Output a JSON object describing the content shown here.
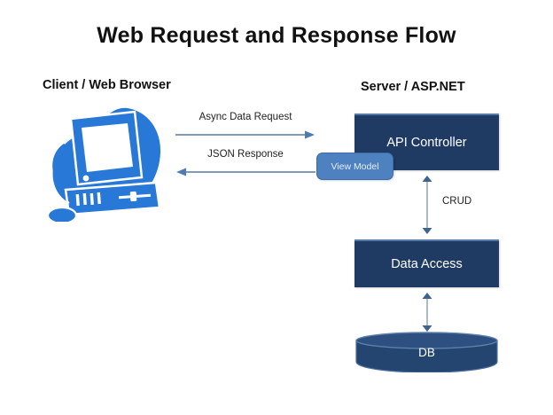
{
  "diagram": {
    "title": "Web Request and Response Flow",
    "background_color": "#FFFFFF"
  },
  "colors": {
    "navy_box": "#1F3A63",
    "navy_box_highlight": "#5779A5",
    "badge_blue": "#4E81C0",
    "clipart_blue": "#2878D8",
    "arrow_blue": "#6E8CAE",
    "text_dark": "#111111"
  },
  "client": {
    "header": "Client / Web Browser",
    "illustration_name": "desktop-computer-clipart"
  },
  "server": {
    "header": "Server / ASP.NET"
  },
  "flows": [
    {
      "id": "async-request",
      "label": "Async Data Request",
      "direction": "right",
      "from": "Client / Web Browser",
      "to": "API Controller"
    },
    {
      "id": "json-response",
      "label": "JSON Response",
      "direction": "left",
      "from": "API Controller",
      "to": "Client / Web Browser"
    }
  ],
  "nodes": {
    "api_controller": {
      "label": "API Controller",
      "shape": "rectangle"
    },
    "view_model": {
      "label": "View Model",
      "shape": "rounded-rectangle"
    },
    "data_access": {
      "label": "Data Access",
      "shape": "rectangle"
    },
    "db": {
      "label": "DB",
      "shape": "cylinder"
    }
  },
  "connectors": [
    {
      "id": "crud",
      "label": "CRUD",
      "direction": "bidirectional",
      "from": "API Controller",
      "to": "Data Access"
    },
    {
      "id": "data-access-db",
      "label": "",
      "direction": "bidirectional",
      "from": "Data Access",
      "to": "DB"
    }
  ]
}
